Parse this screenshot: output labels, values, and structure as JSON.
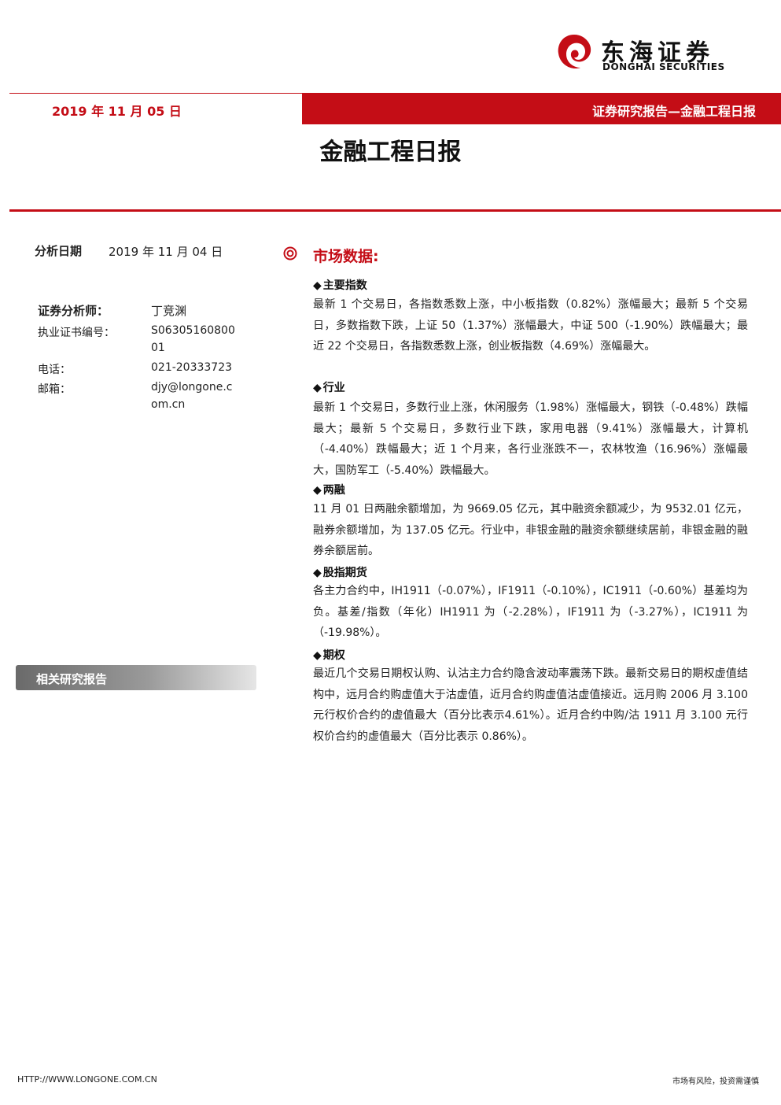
{
  "logo": {
    "cn": "东海证券",
    "en": "DONGHAI SECURITIES",
    "accent": "#c40d16"
  },
  "header": {
    "date": "2019 年 11 月 05 日",
    "category": "证券研究报告—金融工程日报"
  },
  "title": "金融工程日报",
  "sidebar": {
    "analysis_date_label": "分析日期",
    "analysis_date_value": "2019 年 11 月 04 日",
    "analyst_label": "证券分析师：",
    "analyst_name": "丁竞渊",
    "license_label": "执业证书编号：",
    "license_line1": "S06305160800",
    "license_line2": "01",
    "phone_label": "电话：",
    "phone_value": "021-20333723",
    "email_label": "邮箱：",
    "email_line1": "djy@longone.c",
    "email_line2": "om.cn",
    "related_reports": "相关研究报告"
  },
  "section_title": "市场数据:",
  "blocks": {
    "indices": {
      "heading": "主要指数",
      "text": "最新 1 个交易日，各指数悉数上涨，中小板指数（0.82%）涨幅最大；最新 5 个交易日，多数指数下跌，上证 50（1.37%）涨幅最大，中证 500（-1.90%）跌幅最大；最近 22 个交易日，各指数悉数上涨，创业板指数（4.69%）涨幅最大。"
    },
    "industry": {
      "heading": "行业",
      "text": "最新 1 个交易日，多数行业上涨，休闲服务（1.98%）涨幅最大，钢铁（-0.48%）跌幅最大；最新 5 个交易日，多数行业下跌，家用电器（9.41%）涨幅最大，计算机（-4.40%）跌幅最大；近 1 个月来，各行业涨跌不一，农林牧渔（16.96%）涨幅最大，国防军工（-5.40%）跌幅最大。"
    },
    "margin": {
      "heading": "两融",
      "text": "11 月 01 日两融余额增加，为 9669.05 亿元，其中融资余额减少，为 9532.01 亿元，融券余额增加，为 137.05 亿元。行业中，非银金融的融资余额继续居前，非银金融的融券余额居前。"
    },
    "futures": {
      "heading": "股指期货",
      "text": "各主力合约中，IH1911（-0.07%），IF1911（-0.10%），IC1911（-0.60%）基差均为负。基差/指数（年化）IH1911 为（-2.28%），IF1911 为（-3.27%），IC1911 为（-19.98%）。"
    },
    "options": {
      "heading": "期权",
      "text": "最近几个交易日期权认购、认沽主力合约隐含波动率震荡下跌。最新交易日的期权虚值结构中，远月合约购虚值大于沽虚值，近月合约购虚值沽虚值接近。远月购 2006 月 3.100 元行权价合约的虚值最大（百分比表示4.61%）。近月合约中购/沽 1911 月 3.100 元行权价合约的虚值最大（百分比表示 0.86%）。"
    }
  },
  "footer": {
    "url": "HTTP://WWW.LONGONE.COM.CN",
    "risk": "市场有风险，投资需谨慎"
  }
}
